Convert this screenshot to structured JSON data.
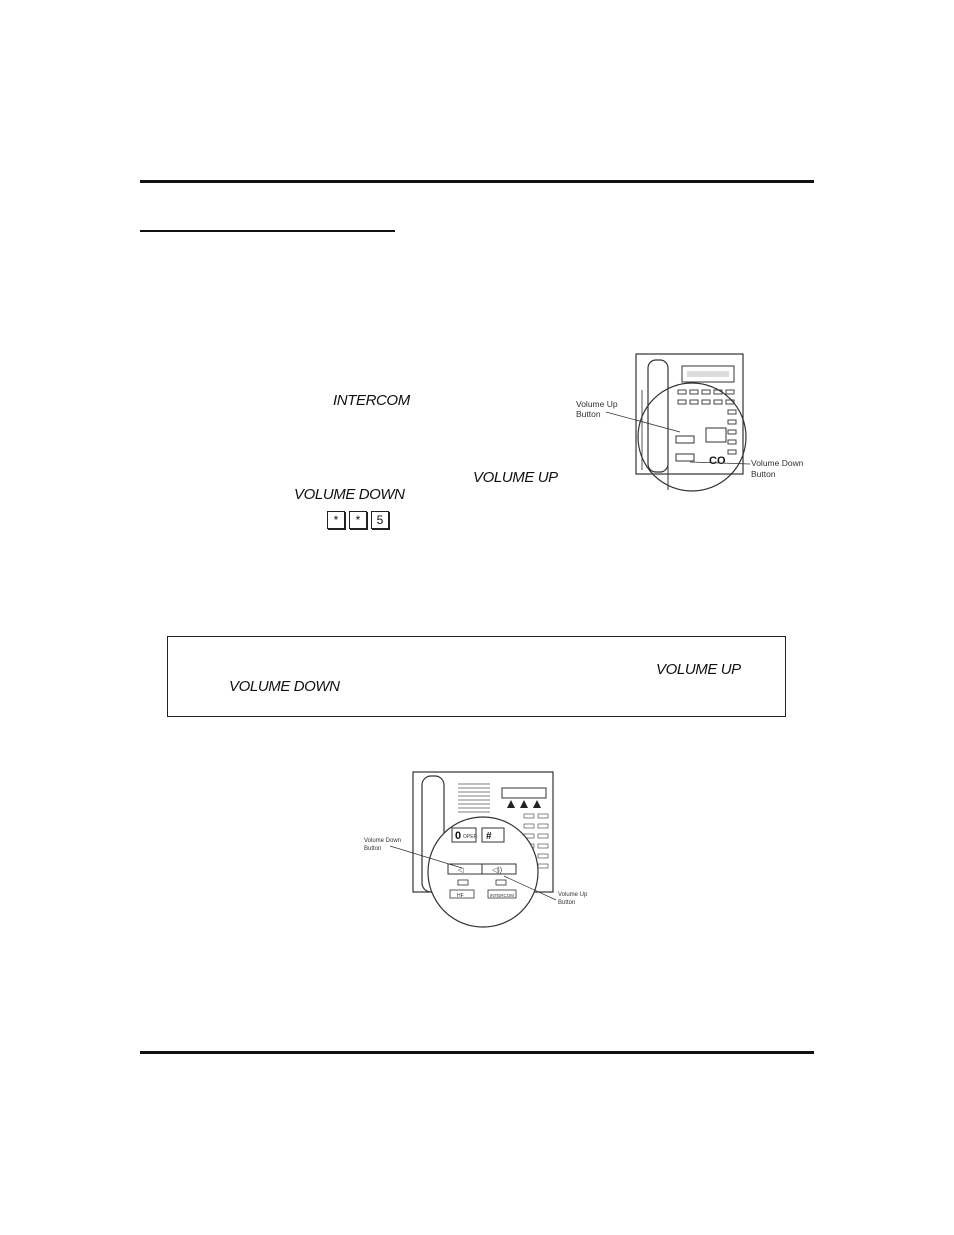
{
  "text": {
    "intercom": "INTERCOM",
    "volume_up": "VOLUME UP",
    "volume_down": "VOLUME DOWN",
    "keys": [
      "*",
      "*",
      "5"
    ],
    "note_volume_up": "VOLUME UP",
    "note_volume_down": "VOLUME DOWN"
  },
  "figure1": {
    "label_up": [
      "Volume Up",
      "Button"
    ],
    "label_down": [
      "Volume Down",
      "Button"
    ],
    "logo": "CO"
  },
  "figure2": {
    "label_down": [
      "Volume Down",
      "Button"
    ],
    "label_up": [
      "Volume Up",
      "Button"
    ],
    "key_zero": "0",
    "key_zero_sub": "OPER",
    "key_hash": "#",
    "btn_left": "HF",
    "btn_right": "INTERCOM"
  }
}
